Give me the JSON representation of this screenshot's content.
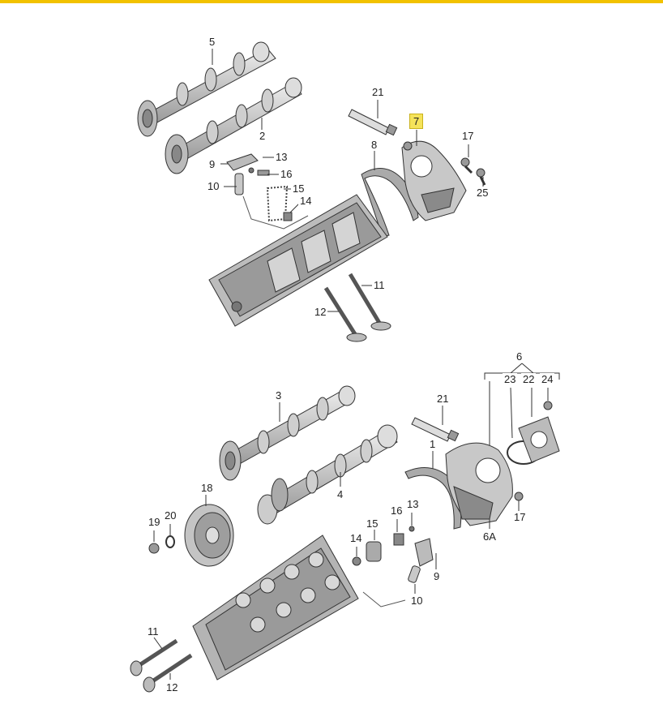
{
  "colors": {
    "accent_bar": "#f2c200",
    "highlight": "#f5e35a",
    "part_fill": "#d4d4d4",
    "part_dark": "#8e8e8e",
    "outline": "#3a3a3a"
  },
  "labels": {
    "u5": "5",
    "u2": "2",
    "u21": "21",
    "u7": "7",
    "u8": "8",
    "u17": "17",
    "u9": "9",
    "u13": "13",
    "u16": "16",
    "u10": "10",
    "u15": "15",
    "u14": "14",
    "u25": "25",
    "u11": "11",
    "u12": "12",
    "l6": "6",
    "l23": "23",
    "l22": "22",
    "l24": "24",
    "l3": "3",
    "l21": "21",
    "l1": "1",
    "l18": "18",
    "l4": "4",
    "l19": "19",
    "l20": "20",
    "l13": "13",
    "l15": "15",
    "l16": "16",
    "l14": "14",
    "l9": "9",
    "l17": "17",
    "l6a": "6A",
    "l10": "10",
    "l11": "11",
    "l12": "12"
  }
}
